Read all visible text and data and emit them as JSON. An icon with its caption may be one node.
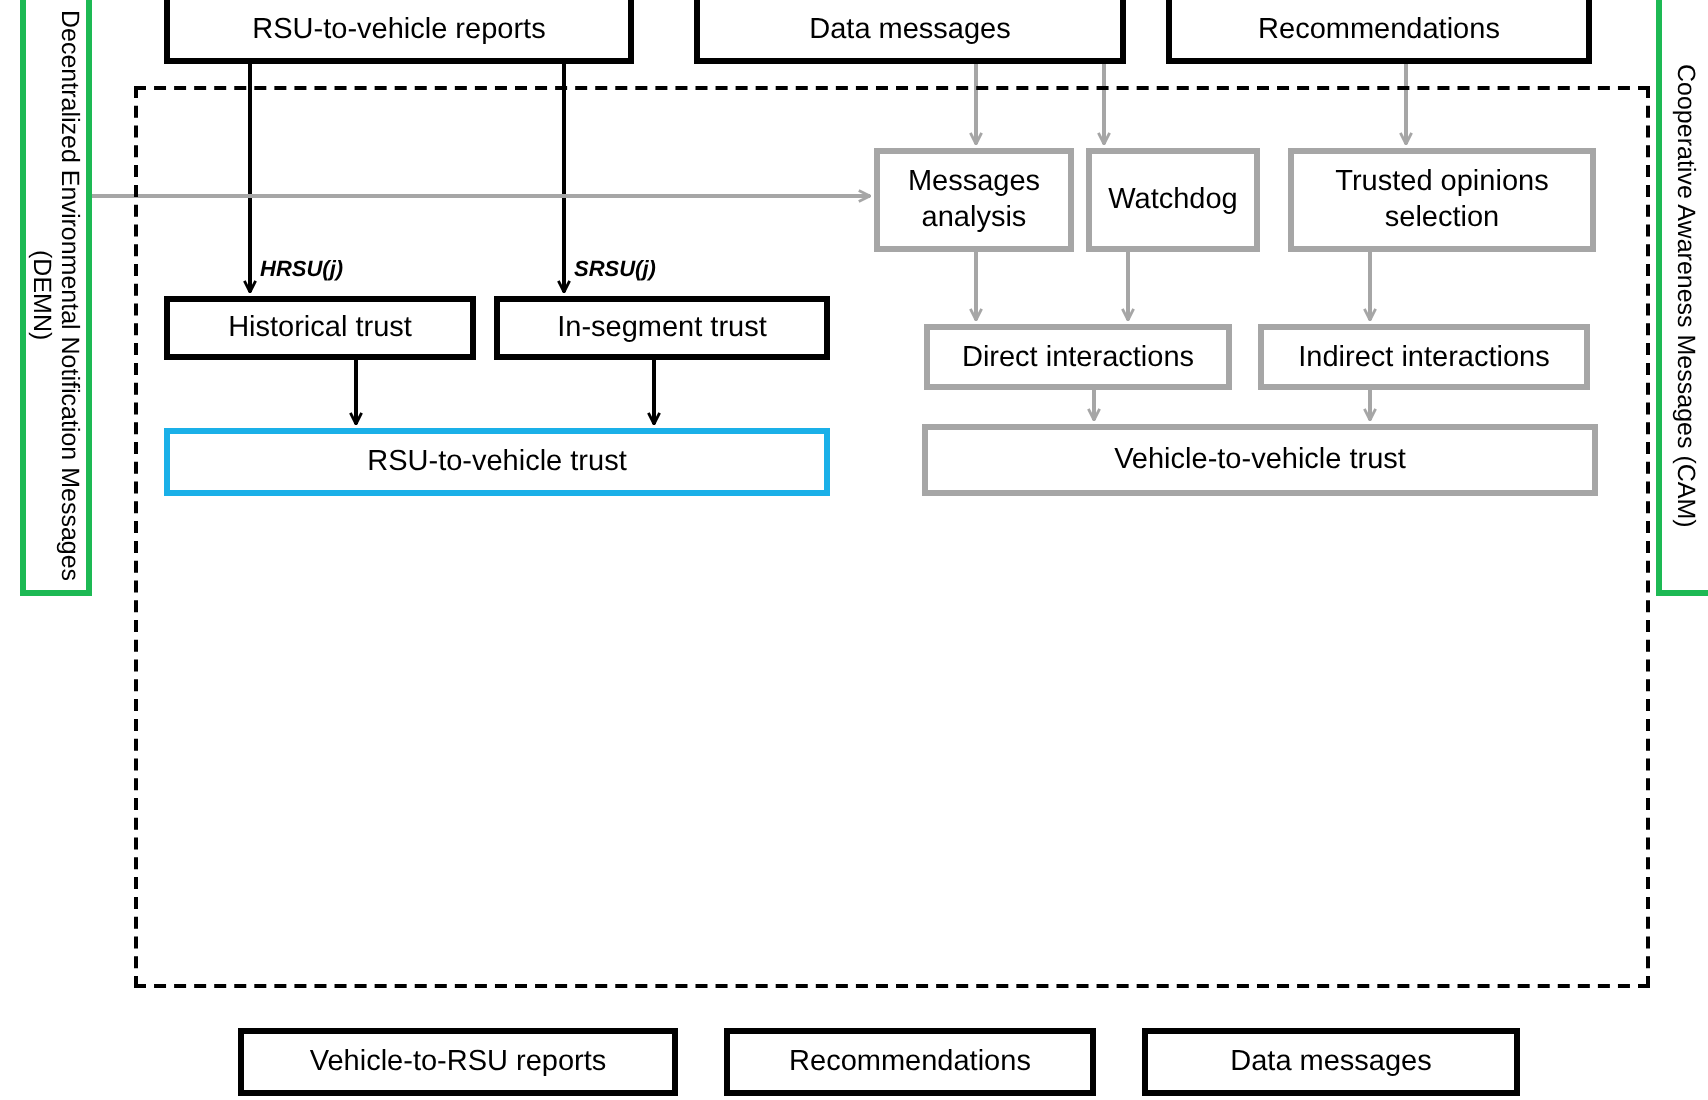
{
  "diagram": {
    "nodes": [
      {
        "text": [
          "Decentralized Environmental Notification Messages (DEMN)"
        ]
      },
      {
        "text": [
          "RSU-to-vehicle reports"
        ]
      },
      {
        "text": [
          "Data messages"
        ]
      },
      {
        "text": [
          "Recommendations"
        ]
      },
      {
        "text": [
          "Cooperative Awareness Messages (CAM)"
        ]
      },
      {
        "text": [],
        "shape": "box"
      },
      {
        "text": [
          "Messages analysis"
        ],
        "in": 5
      },
      {
        "text": [
          "Watchdog"
        ],
        "in": 5
      },
      {
        "text": [
          "Trusted opinions selection"
        ],
        "in": 5
      },
      {
        "text": [
          "Historical trust"
        ],
        "in": 5
      },
      {
        "text": [
          "In-segment trust"
        ],
        "in": 5
      },
      {
        "text": [
          "Direct interactions"
        ],
        "in": 5
      },
      {
        "text": [
          "Indirect interactions"
        ],
        "in": 5
      },
      {
        "text": [
          "RSU-to-vehicle trust"
        ],
        "in": 5
      },
      {
        "text": [
          "Vehicle-to-vehicle trust"
        ],
        "in": 5
      },
      {
        "text": [
          "Vehicle-to-RSU reports"
        ]
      },
      {
        "text": [
          "Recommendations"
        ]
      },
      {
        "text": [
          "Data messages"
        ]
      }
    ],
    "edges": [
      {
        "from": 1,
        "to": 9,
        "arrow": "to",
        "label": "HRSU(j)",
        "color": "#000000"
      },
      {
        "from": 1,
        "to": 10,
        "arrow": "to",
        "label": "SRSU(j)",
        "color": "#000000"
      },
      {
        "from": 2,
        "to": 6,
        "arrow": "to"
      },
      {
        "from": 2,
        "to": 7,
        "arrow": "to"
      },
      {
        "from": 3,
        "to": 8,
        "arrow": "to"
      },
      {
        "from": 0,
        "to": 6,
        "arrow": "to"
      },
      {
        "from": 6,
        "to": 11,
        "arrow": "to"
      },
      {
        "from": 7,
        "to": 11,
        "arrow": "to"
      },
      {
        "from": 8,
        "to": 12,
        "arrow": "to"
      },
      {
        "from": 9,
        "to": 13,
        "arrow": "to",
        "color": "#000000"
      },
      {
        "from": 10,
        "to": 13,
        "arrow": "to",
        "color": "#000000"
      },
      {
        "from": 11,
        "to": 14,
        "arrow": "to"
      },
      {
        "from": 12,
        "to": 14,
        "arrow": "to"
      }
    ]
  }
}
